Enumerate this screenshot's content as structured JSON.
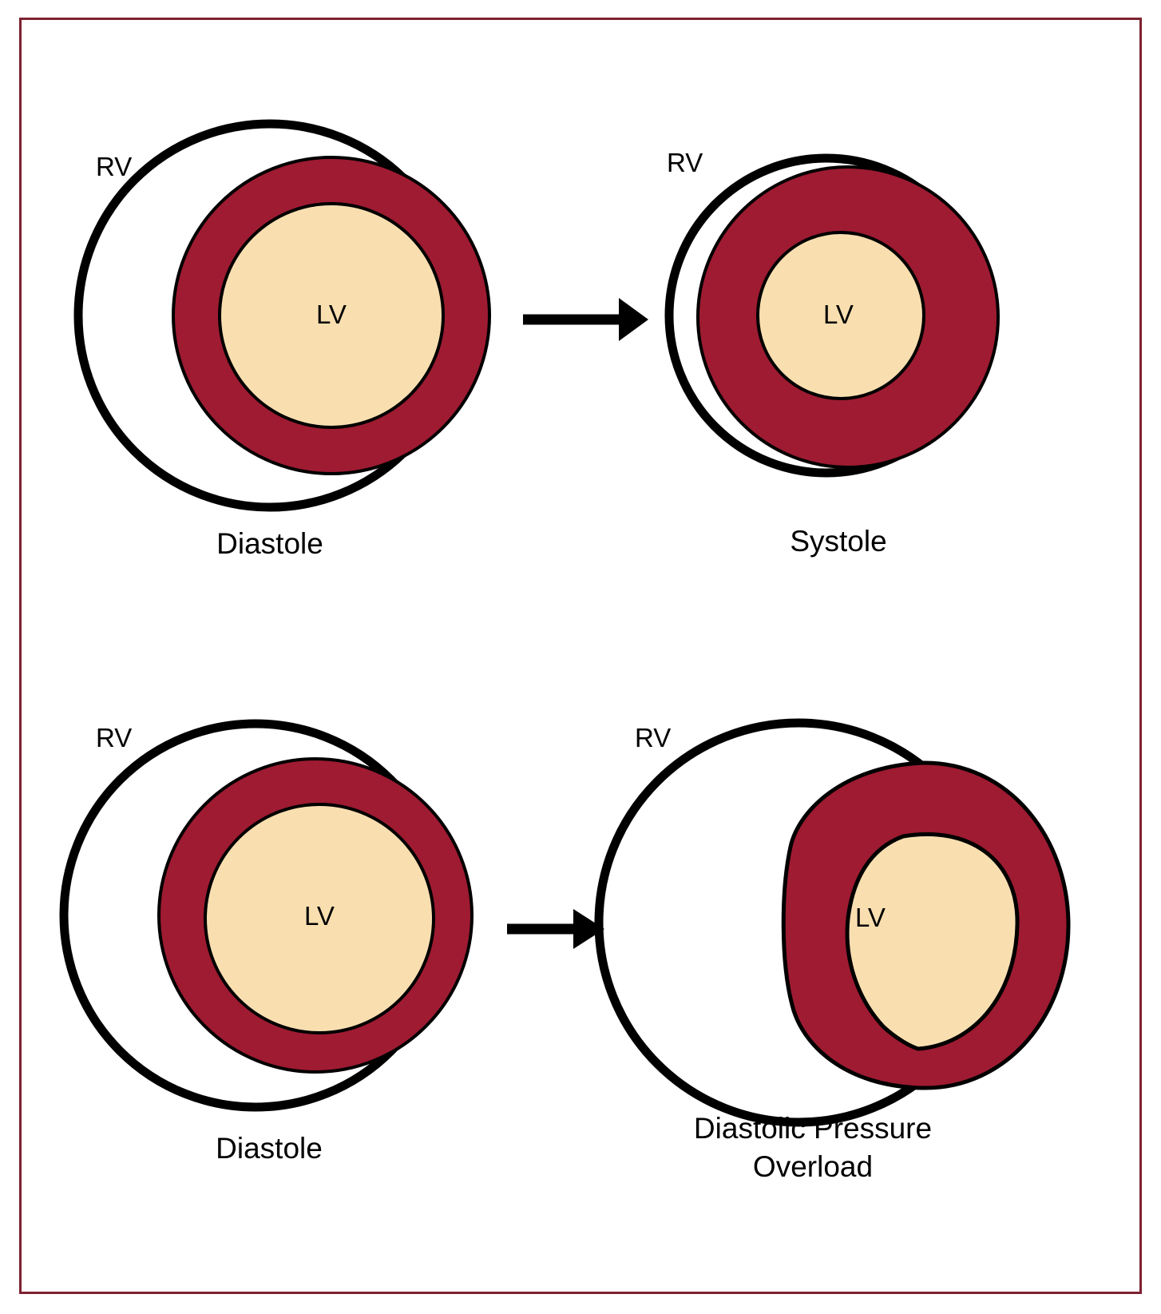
{
  "figure": {
    "border_color": "#7E2230",
    "background_color": "#ffffff",
    "myocardium_color": "#9E1B32",
    "cavity_color": "#F9DFB0",
    "outline_color": "#000000",
    "arrow_color": "#000000"
  },
  "panels": [
    {
      "id": "top-left",
      "caption": "Diastole",
      "rv_label": "RV",
      "lv_label": "LV",
      "row": "normal",
      "position": "left"
    },
    {
      "id": "top-right",
      "caption": "Systole",
      "rv_label": "RV",
      "lv_label": "LV",
      "row": "normal",
      "position": "right"
    },
    {
      "id": "bottom-left",
      "caption": "Diastole",
      "rv_label": "RV",
      "lv_label": "LV",
      "row": "overload",
      "position": "left"
    },
    {
      "id": "bottom-right",
      "caption_line1": "Diastolic Pressure",
      "caption_line2": "Overload",
      "rv_label": "RV",
      "lv_label": "LV",
      "row": "overload",
      "position": "right"
    }
  ],
  "arrows": [
    {
      "id": "top-arrow",
      "direction": "right"
    },
    {
      "id": "bottom-arrow",
      "direction": "right"
    }
  ]
}
